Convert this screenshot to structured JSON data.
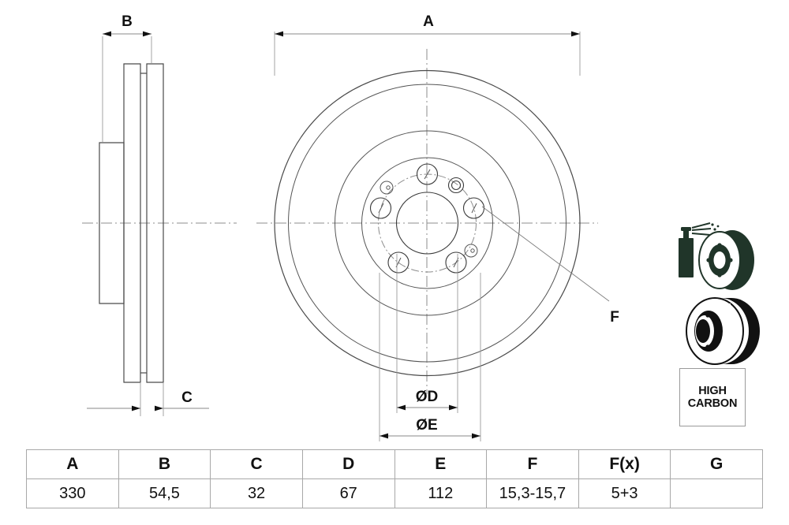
{
  "drawing": {
    "title": "Brake disc technical drawing",
    "dimension_labels": {
      "A": "A",
      "B": "B",
      "C": "C",
      "D": "ØD",
      "E": "ØE",
      "F": "F"
    }
  },
  "pictograms": {
    "coating_icon": "spray-coated-disc-icon",
    "vented_icon": "vented-brake-disc-icon",
    "badge_line1": "HIGH",
    "badge_line2": "CARBON"
  },
  "spec_table": {
    "headers": [
      "A",
      "B",
      "C",
      "D",
      "E",
      "F",
      "F(x)",
      "G"
    ],
    "values": [
      "330",
      "54,5",
      "32",
      "67",
      "112",
      "15,3-15,7",
      "5+3",
      ""
    ]
  }
}
